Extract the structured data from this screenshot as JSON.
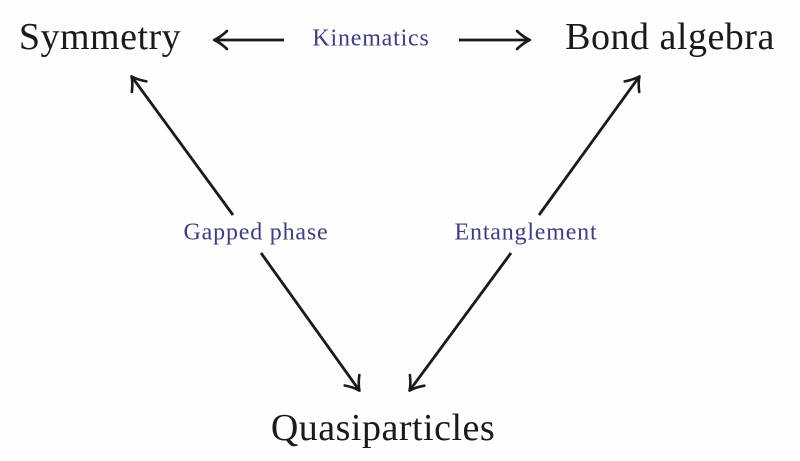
{
  "diagram": {
    "nodes": {
      "symmetry": {
        "label": "Symmetry"
      },
      "bond_algebra": {
        "label": "Bond algebra"
      },
      "quasiparticles": {
        "label": "Quasiparticles"
      }
    },
    "edges": {
      "kinematics": {
        "label": "Kinematics",
        "between": [
          "Symmetry",
          "Bond algebra"
        ],
        "style": "double-headed-arrow"
      },
      "gapped_phase": {
        "label": "Gapped phase",
        "between": [
          "Symmetry",
          "Quasiparticles"
        ],
        "style": "double-headed-arrow"
      },
      "entanglement": {
        "label": "Entanglement",
        "between": [
          "Bond algebra",
          "Quasiparticles"
        ],
        "style": "double-headed-arrow"
      }
    },
    "colors": {
      "node_text": "#1a1a1a",
      "edge_label_text": "#3e3e7e",
      "arrow_stroke": "#1a1a1a",
      "background": "#fefefe"
    }
  }
}
